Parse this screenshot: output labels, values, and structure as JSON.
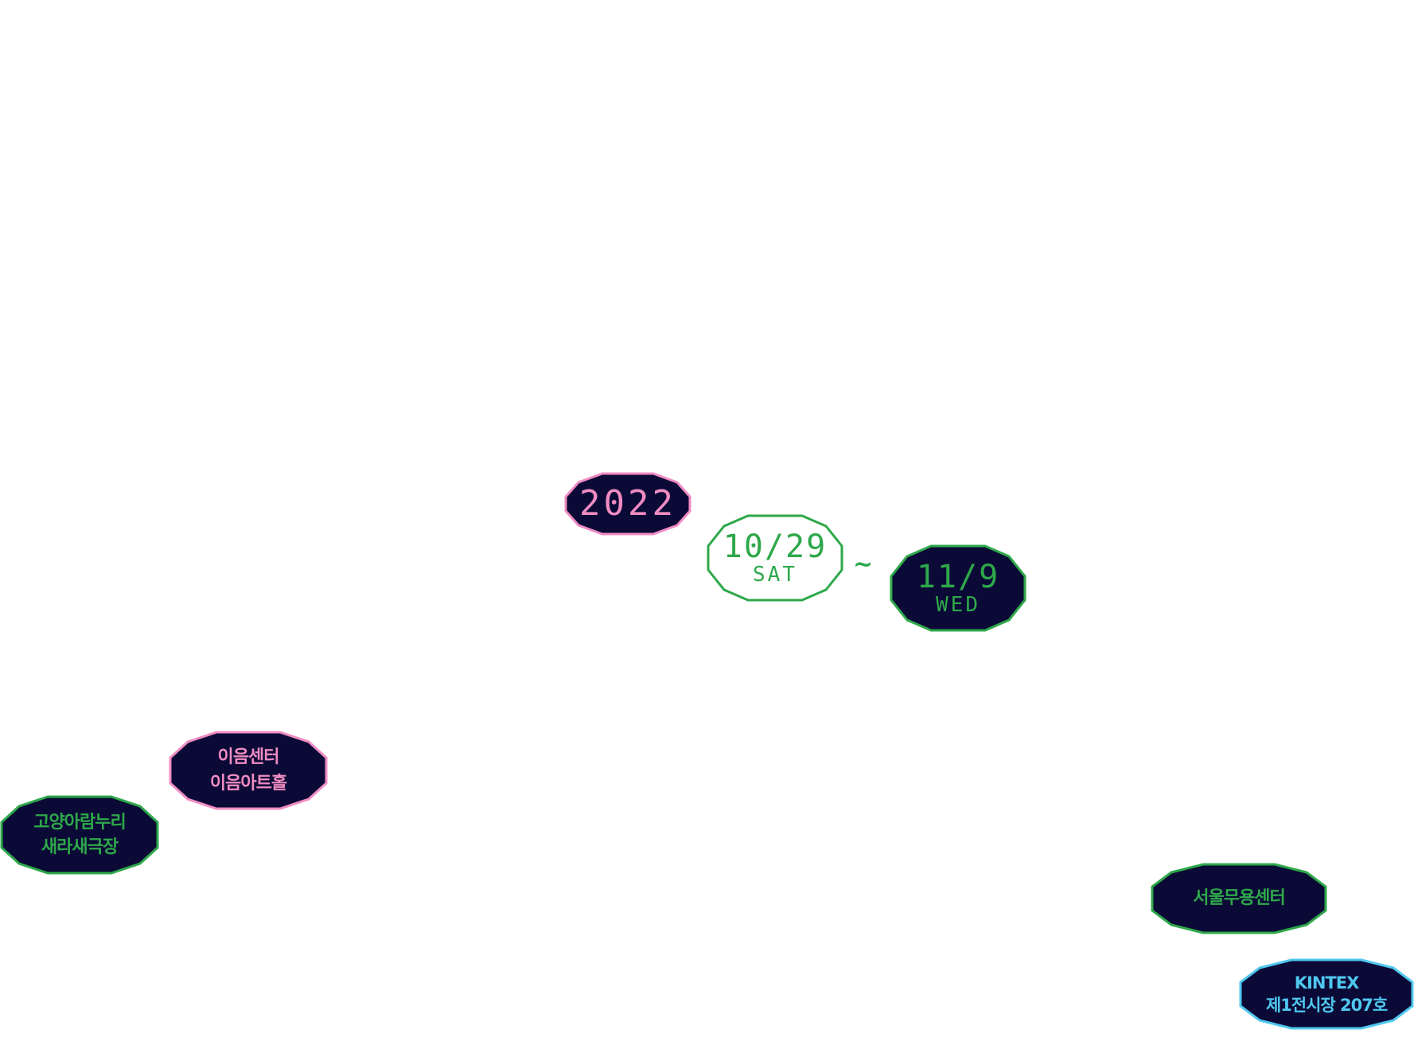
{
  "colors": {
    "navy": "#0b0a36",
    "pink": "#f08cc2",
    "green": "#2ea84a",
    "blue": "#4fc8ef",
    "white": "#ffffff"
  },
  "year": "2022",
  "start_date": {
    "date": "10/29",
    "day": "SAT"
  },
  "separator": "~",
  "end_date": {
    "date": "11/9",
    "day": "WED"
  },
  "venues": {
    "ieum": {
      "line1": "이음센터",
      "line2": "이음아트홀"
    },
    "goyang": {
      "line1": "고양아람누리",
      "line2": "새라새극장"
    },
    "seoul": {
      "line1": "서울무용센터"
    },
    "kintex": {
      "line1": "KINTEX",
      "line2": "제1전시장 207호"
    }
  }
}
